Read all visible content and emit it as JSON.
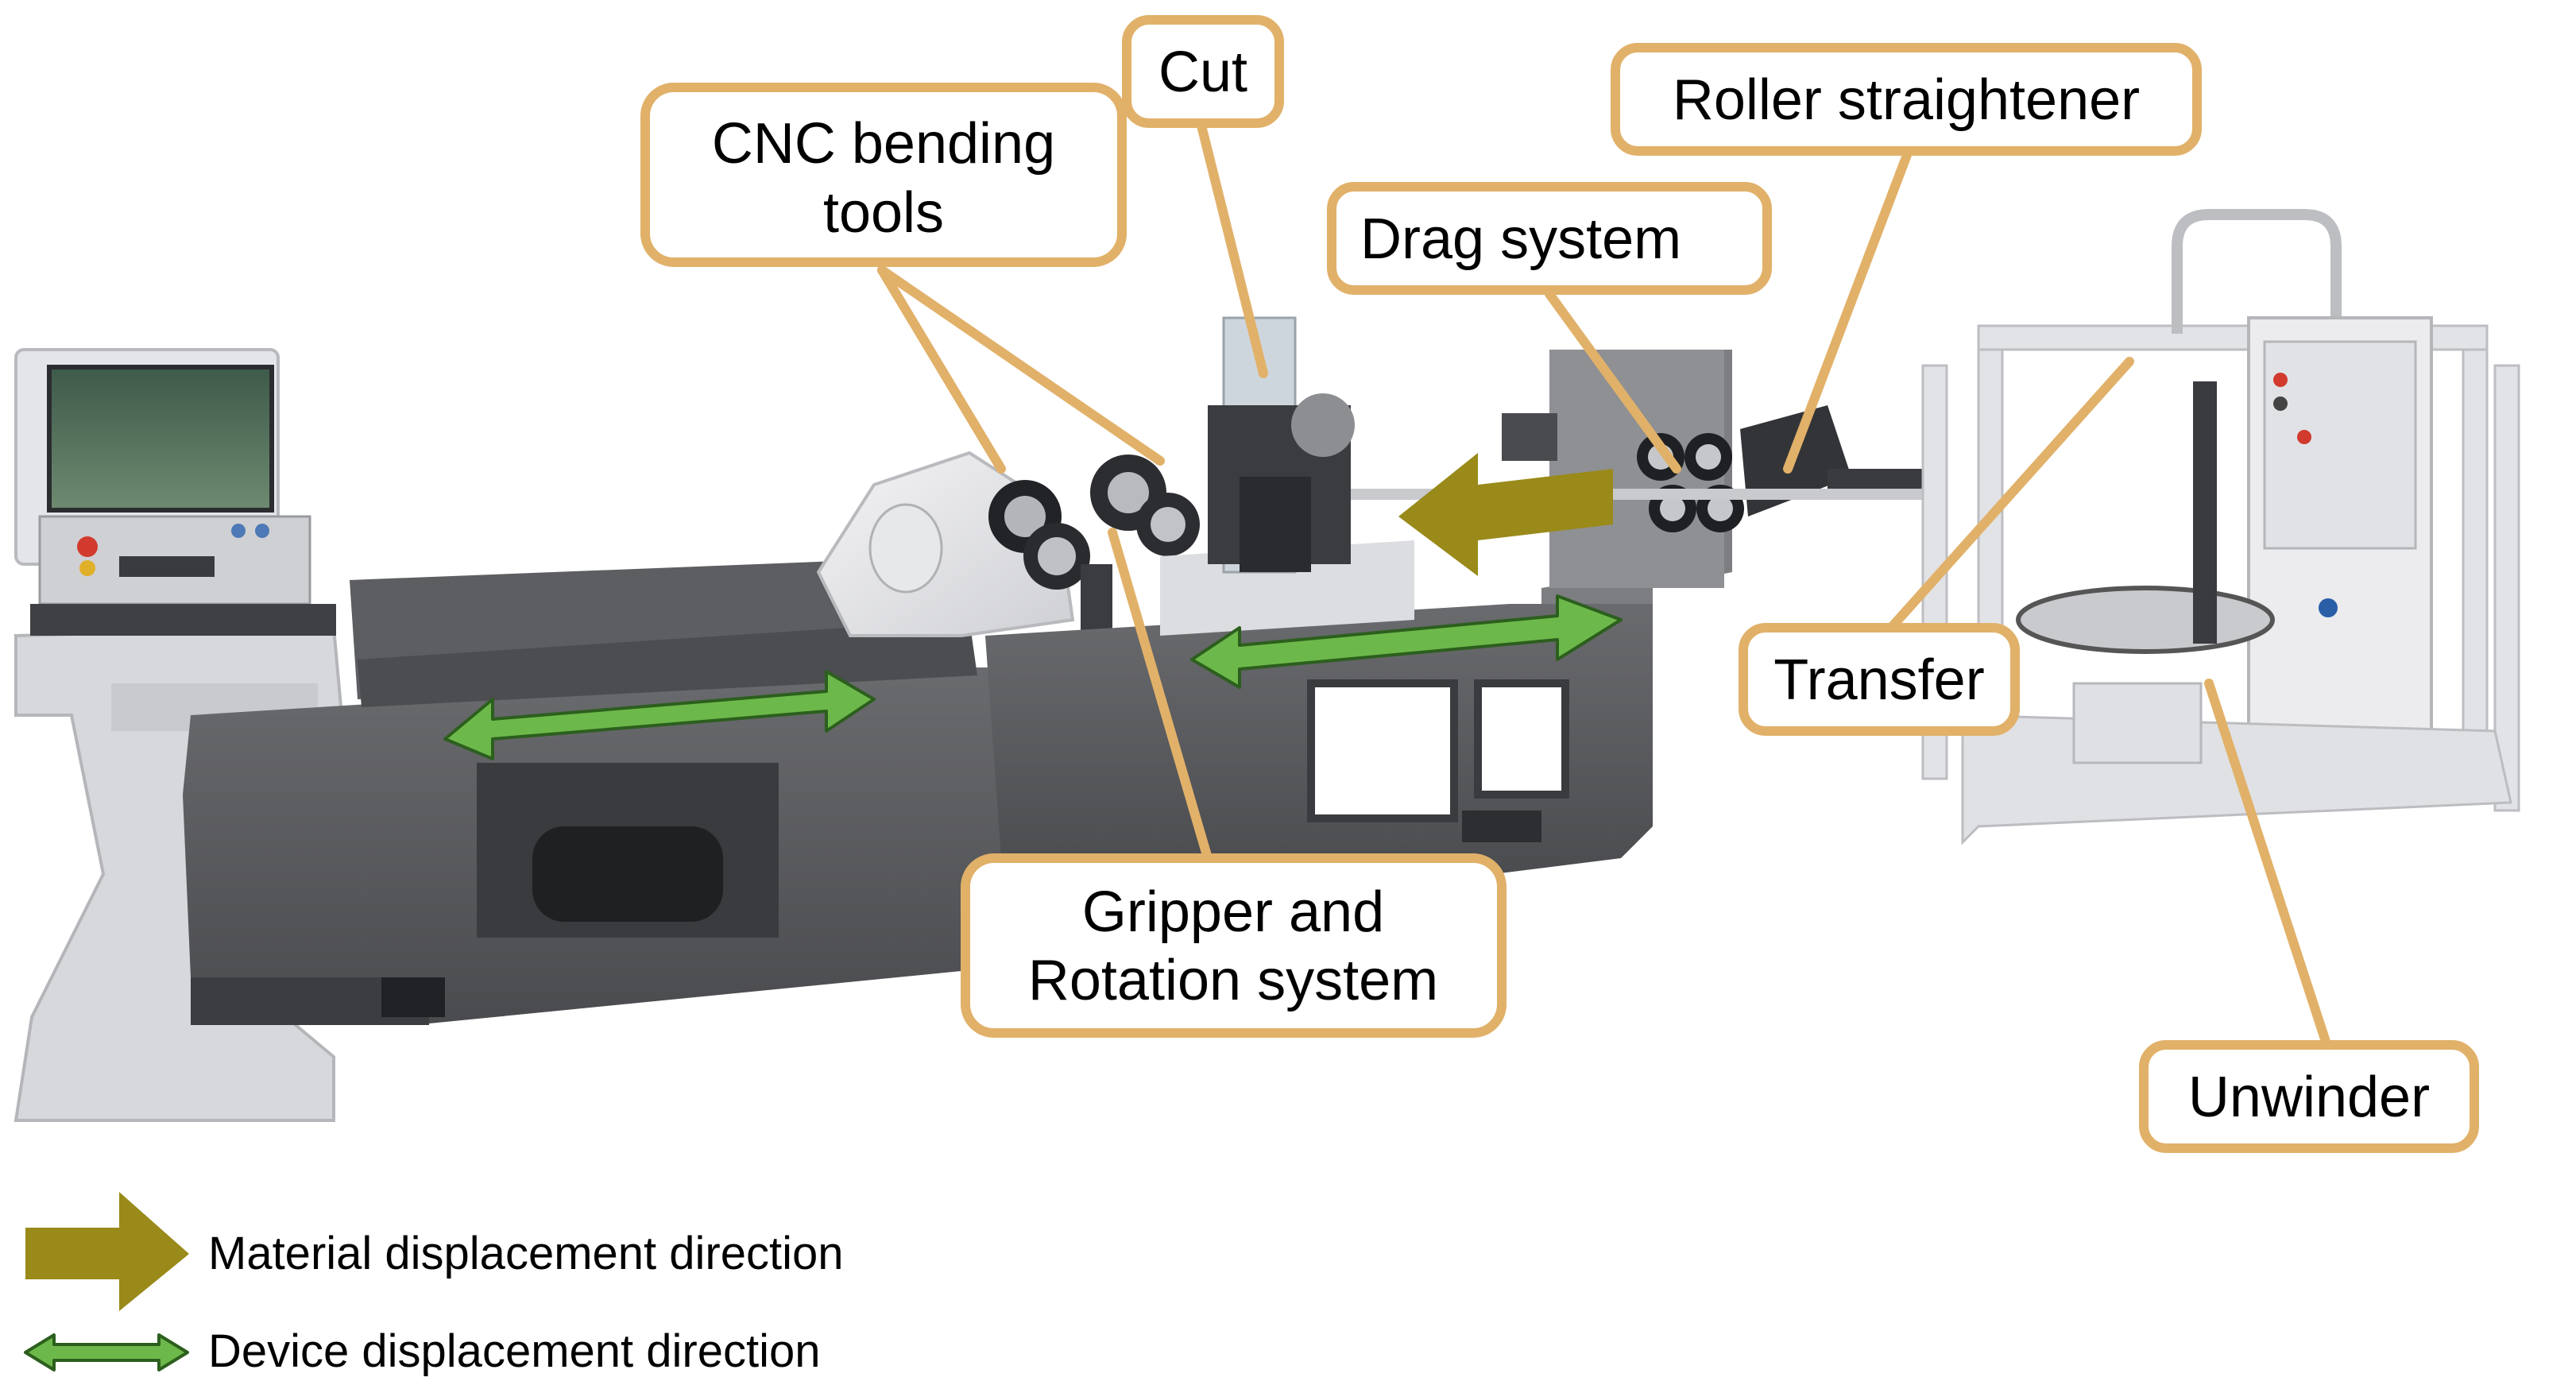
{
  "colors": {
    "callout_border": "#E1B169",
    "callout_fill": "#FFFFFF",
    "leader_line": "#E1B169",
    "material_arrow": "#998A1A",
    "device_arrow": "#6DB84A",
    "device_arrow_outline": "#2C5F1E",
    "machine_body": "#5A5B5E",
    "machine_cover": "#E9E9EC"
  },
  "callouts": {
    "cnc_bending_tools": [
      "CNC bending",
      "tools"
    ],
    "cut": "Cut",
    "roller_straightener": "Roller straightener",
    "drag_system": "Drag system",
    "transfer": "Transfer",
    "gripper_rotation": [
      "Gripper and",
      "Rotation system"
    ],
    "unwinder": "Unwinder"
  },
  "legend": {
    "material": "Material displacement direction",
    "device": "Device displacement direction"
  },
  "icons": {
    "material": "thick-right-arrow-icon",
    "device": "double-headed-arrow-icon"
  }
}
